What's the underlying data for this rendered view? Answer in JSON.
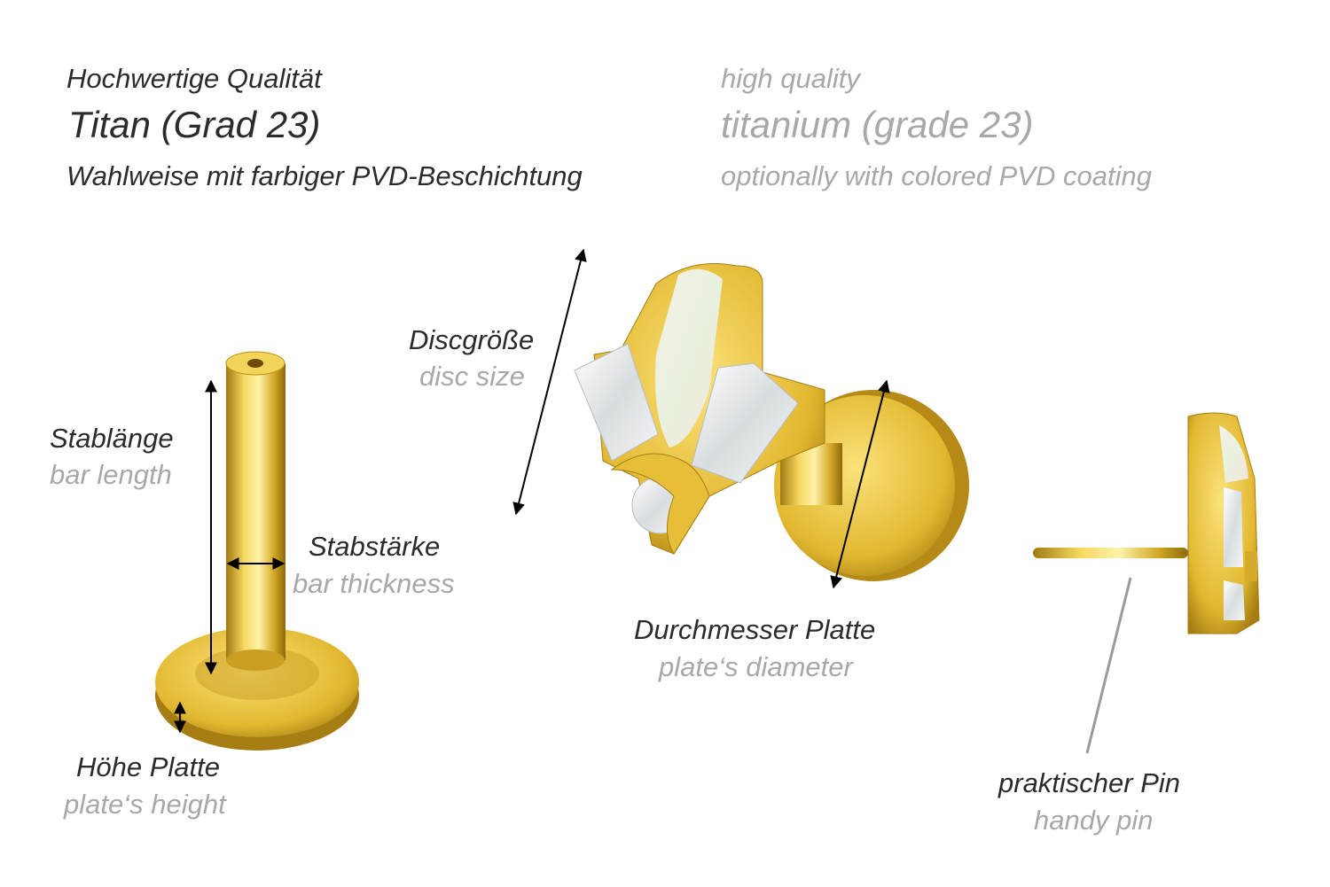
{
  "header": {
    "de": {
      "quality": "Hochwertige Qualität",
      "material": "Titan (Grad 23)",
      "coating": "Wahlweise mit farbiger PVD-Beschichtung"
    },
    "en": {
      "quality": "high quality",
      "material": "titanium (grade 23)",
      "coating": "optionally with colored PVD coating"
    }
  },
  "labels": {
    "bar_length": {
      "de": "Stablänge",
      "en": "bar length"
    },
    "bar_thickness": {
      "de": "Stabstärke",
      "en": "bar thickness"
    },
    "plate_height": {
      "de": "Höhe Platte",
      "en": "plate‘s height"
    },
    "disc_size": {
      "de": "Discgröße",
      "en": "disc size"
    },
    "plate_diameter": {
      "de": "Durchmesser Platte",
      "en": "plate‘s diameter"
    },
    "handy_pin": {
      "de": "praktischer Pin",
      "en": "handy pin"
    }
  },
  "colors": {
    "gold": "#d9b23a",
    "gold_dark": "#a9801a",
    "text_dark": "#2b2b2b",
    "text_gray": "#a8a8a8"
  }
}
